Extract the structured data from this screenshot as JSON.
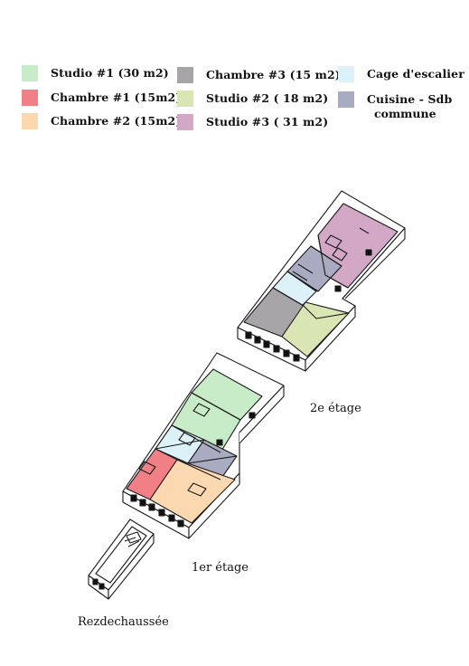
{
  "legend": [
    {
      "label": "Studio #1 (30 m2)",
      "color": "#c9ecc8"
    },
    {
      "label": "Chambre #1 (15m2)",
      "color": "#f07f86"
    },
    {
      "label": "Chambre #2 (15m2)",
      "color": "#fcd8b0"
    },
    {
      "label": "Chambre #3 (15 m2)",
      "color": "#a7a5a8"
    },
    {
      "label": "Studio #2 ( 18 m2)",
      "color": "#d9e6b4"
    },
    {
      "label": "Studio #3 ( 31 m2)",
      "color": "#d3a8c6"
    },
    {
      "label": "Cage d'escalier",
      "color": "#dcf2f8"
    },
    {
      "label": "Cuisine - Sdb",
      "label_line2": "commune",
      "color": "#a9abc1"
    }
  ],
  "floors": {
    "second": "2e étage",
    "first": "1er étage",
    "ground": "Rezdechaussée"
  }
}
